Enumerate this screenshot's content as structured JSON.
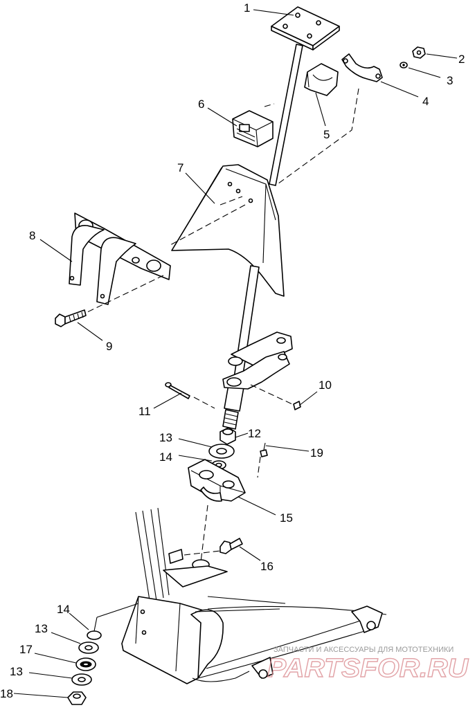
{
  "callouts": [
    "1",
    "2",
    "3",
    "4",
    "5",
    "6",
    "7",
    "8",
    "9",
    "10",
    "11",
    "12",
    "13",
    "14",
    "15",
    "16",
    "13",
    "14",
    "17",
    "13",
    "18",
    "19"
  ],
  "watermark": {
    "tagline": "ЗАПЧАСТИ И АКСЕССУАРЫ ДЛЯ МОТОТЕХНИКИ",
    "brand": "PARTSFOR.RU"
  }
}
